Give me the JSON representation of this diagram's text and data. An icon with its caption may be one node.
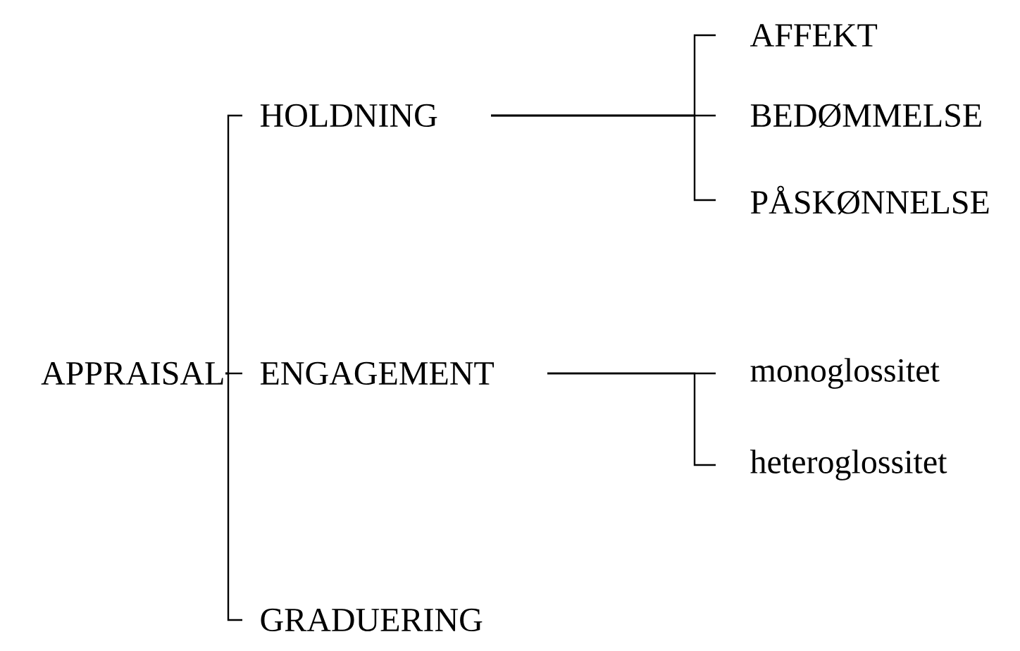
{
  "diagram": {
    "nodes": [
      {
        "text": [
          "APPRAISAL"
        ]
      },
      {
        "text": [
          "HOLDNING"
        ]
      },
      {
        "text": [
          "ENGAGEMENT"
        ]
      },
      {
        "text": [
          "GRADUERING"
        ]
      },
      {
        "text": [
          "AFFEKT"
        ]
      },
      {
        "text": [
          "BEDØMMELSE"
        ]
      },
      {
        "text": [
          "PÅSKØNNELSE"
        ]
      },
      {
        "text": [
          "monoglossitet"
        ]
      },
      {
        "text": [
          "heteroglossitet"
        ]
      }
    ],
    "edges": [
      {
        "from": 0,
        "to": 1,
        "arrow": "none"
      },
      {
        "from": 0,
        "to": 2,
        "arrow": "none"
      },
      {
        "from": 0,
        "to": 3,
        "arrow": "none"
      },
      {
        "from": 1,
        "to": 4,
        "arrow": "none"
      },
      {
        "from": 1,
        "to": 5,
        "arrow": "none"
      },
      {
        "from": 1,
        "to": 6,
        "arrow": "none"
      },
      {
        "from": 2,
        "to": 7,
        "arrow": "none"
      },
      {
        "from": 2,
        "to": 8,
        "arrow": "none"
      }
    ]
  }
}
